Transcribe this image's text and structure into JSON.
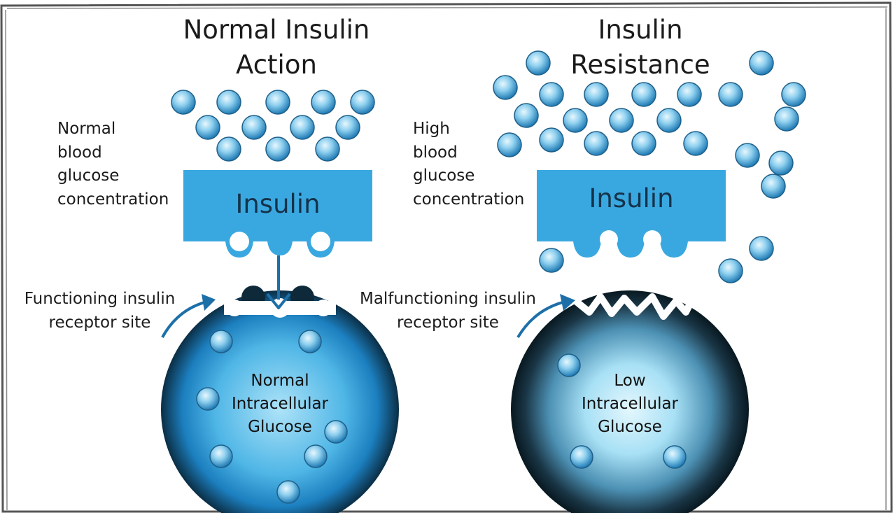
{
  "titles": {
    "left_line1": "Normal Insulin",
    "left_line2": "Action",
    "right_line1": "Insulin",
    "right_line2": "Resistance"
  },
  "side_labels": {
    "left": [
      "Normal",
      "blood",
      "glucose",
      "concentration"
    ],
    "right": [
      "High",
      "blood",
      "glucose",
      "concentration"
    ]
  },
  "insulin_label": "Insulin",
  "receptor_labels": {
    "left": [
      "Functioning insulin",
      "receptor site"
    ],
    "right": [
      "Malfunctioning insulin",
      "receptor site"
    ]
  },
  "cell_labels": {
    "left": [
      "Normal",
      "Intracellular",
      "Glucose"
    ],
    "right": [
      "Low",
      "Intracellular",
      "Glucose"
    ]
  },
  "colors": {
    "insulin_block": "#3aa8e0",
    "arrow": "#1d6fa8",
    "glucose_light": "#d8f0fb",
    "glucose_dark": "#2c86bf",
    "cell_blue": "#2f9bd6",
    "cell_dark": "#0d2432"
  }
}
